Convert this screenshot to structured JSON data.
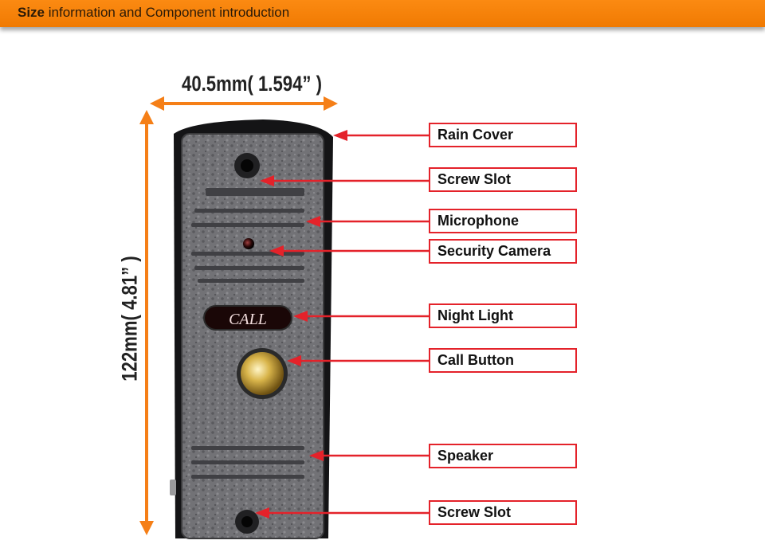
{
  "header": {
    "title_bold": "Size",
    "title_rest": " information and Component introduction"
  },
  "dimensions": {
    "width": "40.5mm( 1.594” )",
    "height": "122mm( 4.81” )"
  },
  "device": {
    "call_text": "CALL"
  },
  "labels": [
    {
      "id": "rain-cover",
      "text": "Rain Cover"
    },
    {
      "id": "screw-slot-top",
      "text": "Screw Slot"
    },
    {
      "id": "microphone",
      "text": "Microphone"
    },
    {
      "id": "security-camera",
      "text": "Security Camera"
    },
    {
      "id": "night-light",
      "text": "Night Light"
    },
    {
      "id": "call-button",
      "text": "Call Button"
    },
    {
      "id": "speaker",
      "text": "Speaker"
    },
    {
      "id": "screw-slot-bottom",
      "text": "Screw Slot"
    }
  ],
  "colors": {
    "header": "#f58106",
    "arrow_orange": "#f57f17",
    "callout_red": "#e4222a",
    "device": "#6e6e72"
  }
}
